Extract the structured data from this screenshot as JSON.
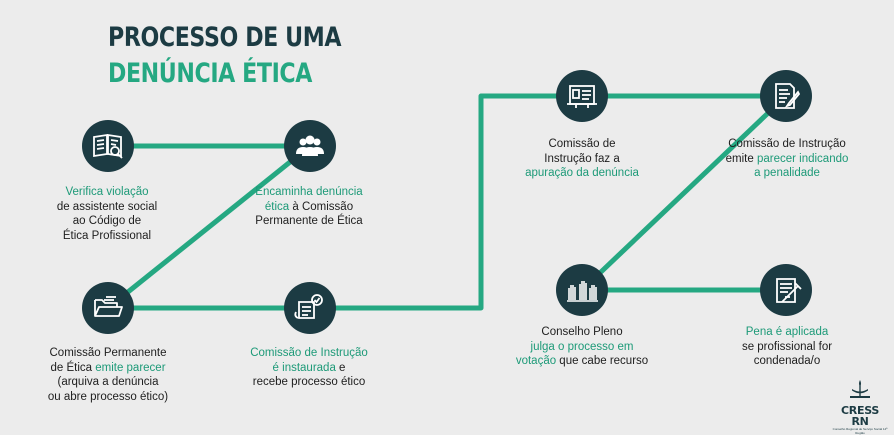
{
  "title": {
    "line1": "PROCESSO DE UMA",
    "line2": "DENÚNCIA ÉTICA"
  },
  "colors": {
    "dark": "#1c3b43",
    "accent": "#25a882",
    "background": "#ececec"
  },
  "steps": [
    {
      "icon": "book-search-icon",
      "text": {
        "g1": "Verifica violação",
        "n1": "de assistente social",
        "n2": "ao Código de",
        "n3": "Ética Profissional"
      }
    },
    {
      "icon": "people-group-icon",
      "text": {
        "g1": "Encaminha denúncia",
        "g2": "ética",
        "n1": " à Comissão",
        "n2": "Permanente de Ética"
      }
    },
    {
      "icon": "folder-icon",
      "text": {
        "n1": "Comissão Permanente",
        "n2": "de Ética ",
        "g1": "emite parecer",
        "n3": "(arquiva a denúncia",
        "n4": "ou abre processo ético)"
      }
    },
    {
      "icon": "document-seal-icon",
      "text": {
        "g1": "Comissão de Instrução",
        "g2": "é instaurada",
        "n1": " e",
        "n2": "recebe processo ético"
      }
    },
    {
      "icon": "investigation-board-icon",
      "text": {
        "n1": "Comissão de",
        "n2": "Instrução faz a",
        "g1": "apuração da denúncia"
      }
    },
    {
      "icon": "writing-document-icon",
      "text": {
        "n1": "Comissão de Instrução",
        "n2": "emite ",
        "g1": "parecer indicando",
        "g2": "a penalidade"
      }
    },
    {
      "icon": "voting-hands-icon",
      "text": {
        "n1": "Conselho Pleno",
        "g1": "julga o processo em",
        "g2": "votação",
        "n2": " que cabe recurso"
      }
    },
    {
      "icon": "penalty-document-icon",
      "text": {
        "g1": "Pena é aplicada",
        "n1": "se profissional for",
        "n2": "condenada/o"
      }
    }
  ],
  "logo": {
    "name": "CRESS RN",
    "sub": "Conselho Regional de Serviço Social 14ª Região"
  }
}
